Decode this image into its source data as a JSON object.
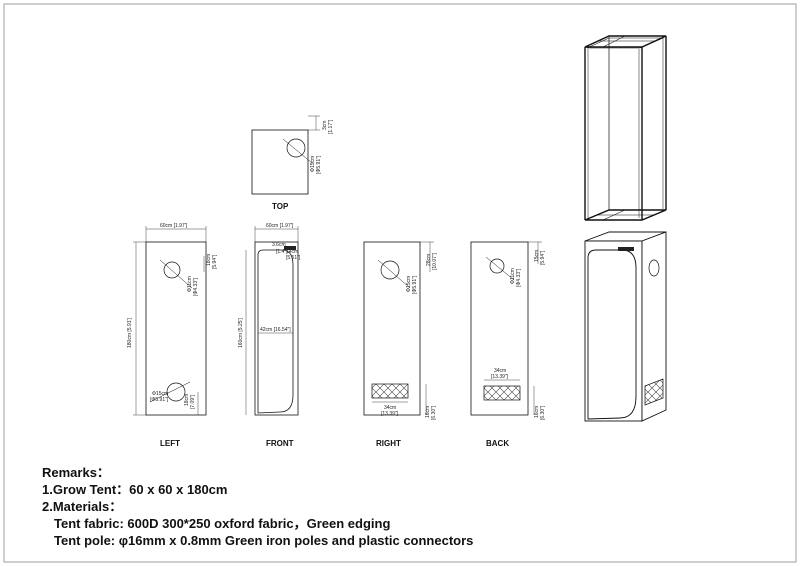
{
  "views": {
    "top": {
      "label": "TOP",
      "height": "3cm",
      "height_in": "[1.17\"]",
      "hole": "Φ15cm",
      "hole_in": "[Φ5.91\"]"
    },
    "left": {
      "label": "LEFT",
      "width": "60cm [1.97']",
      "height": "180cm [5.91']",
      "vent": "18cm",
      "vent_in": "[5.94\"]",
      "hole_top": "Φ11cm",
      "hole_top_in": "[Φ4.33\"]",
      "hole_bottom": "Φ15cm",
      "hole_bottom_in": "[Φ5.91\"]",
      "bottom_off": "18cm",
      "bottom_off_in": "[7.09\"]"
    },
    "front": {
      "label": "FRONT",
      "width": "60cm [1.97']",
      "height": "160cm [5.25']",
      "top_off": "3.6cm",
      "top_off_in": "[1.4\"]",
      "window": "14cm",
      "window_in": "[5.51\"]",
      "door": "42cm [16.54\"]"
    },
    "right": {
      "label": "RIGHT",
      "top": "28cm",
      "top_in": "[10.07\"]",
      "hole": "Φ15cm",
      "hole_in": "[Φ5.91\"]",
      "vent_w": "34cm",
      "vent_w_in": "[13.39\"]",
      "vent_h": "16cm",
      "vent_h_in": "[6.30\"]"
    },
    "back": {
      "label": "BACK",
      "top": "15cm",
      "top_in": "[5.94\"]",
      "hole": "Φ11cm",
      "hole_in": "[Φ4.33\"]",
      "vent_w": "34cm",
      "vent_w_in": "[13.39\"]",
      "vent_h": "16cm",
      "vent_h_in": "[6.30\"]"
    }
  },
  "remarks": {
    "title": "Remarks：",
    "item1": "1.Grow Tent：60 x 60 x 180cm",
    "item2": "2.Materials：",
    "fabric": "Tent fabric: 600D 300*250 oxford fabric，Green edging",
    "pole": "Tent pole: φ16mm x 0.8mm Green iron poles and plastic connectors"
  }
}
